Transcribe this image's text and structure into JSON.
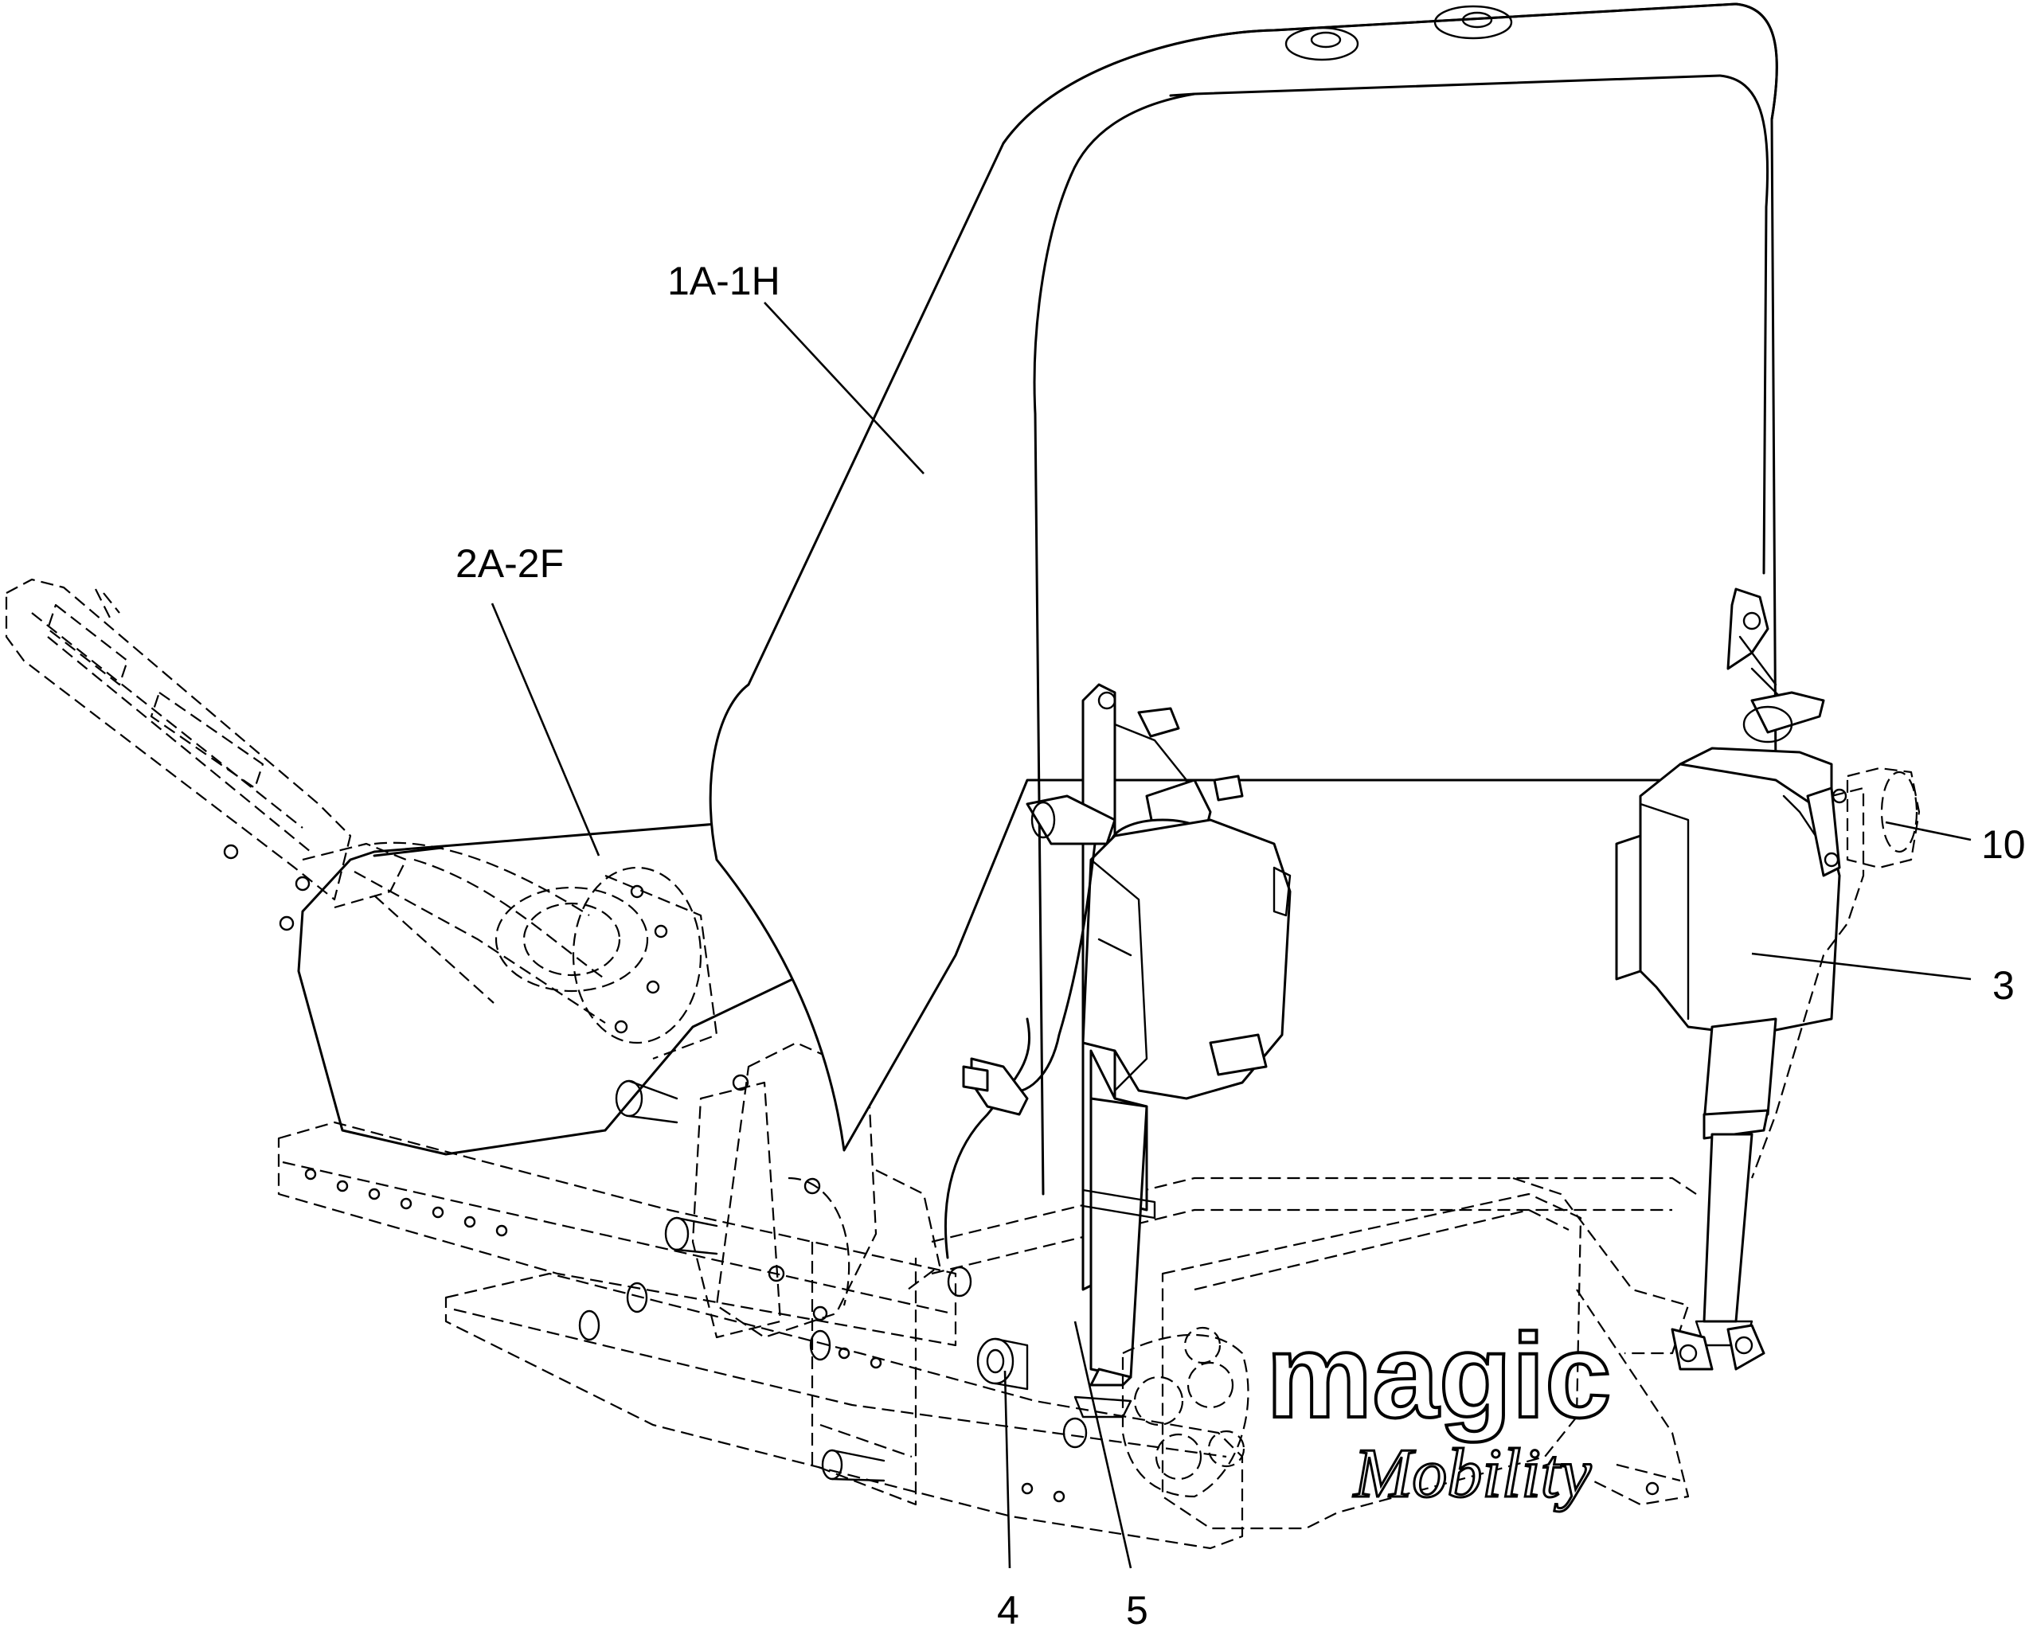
{
  "diagram": {
    "callouts": {
      "backrest": "1A-1H",
      "seat_frame": "2A-2F",
      "actuator": "3",
      "part_4": "4",
      "part_5": "5",
      "motor": "10"
    },
    "logo": {
      "brand": "magic",
      "sub": "Mobility"
    }
  }
}
